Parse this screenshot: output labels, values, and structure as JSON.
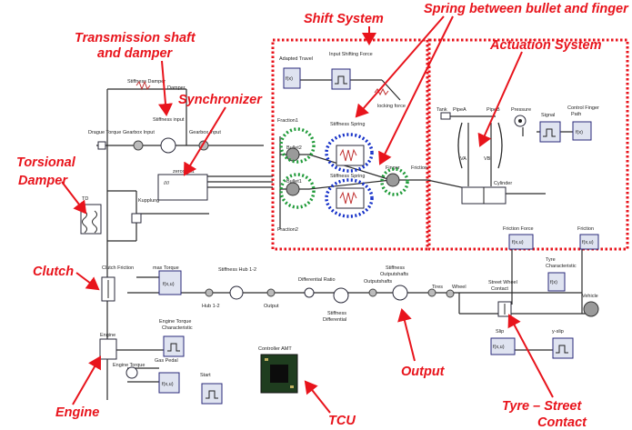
{
  "annotations": {
    "shift_system": "Shift System",
    "spring_between": "Spring between bullet and finger",
    "transmission_line1": "Transmission shaft",
    "transmission_line2": "and damper",
    "actuation_system": "Actuation System",
    "synchronizer": "Synchronizer",
    "torsional_line1": "Torsional",
    "torsional_line2": "Damper",
    "clutch": "Clutch",
    "output": "Output",
    "engine": "Engine",
    "tcu": "TCU",
    "tyre_line1": "Tyre – Street",
    "tyre_line2": "Contact"
  },
  "labels": {
    "stiffness_damper": "Stiffness Damper",
    "damper": "Damper",
    "drague_torque": "Drague Torque",
    "gearbox_input": "Gearbox Input",
    "stiffness_input": "Stiffness input",
    "gearbox_input2": "Gearbox Input",
    "zeroshift": "zeroshift1",
    "td": "TD",
    "kupplung": "Kupplung",
    "clutch_friction": "Clutch Friction",
    "max_torque": "max Torque",
    "adapted_travel": "Adapted Travel",
    "shift_force": "Input Shifting Force",
    "locking_force": "locking force",
    "fraction1": "Fraction1",
    "bullet2": "Bullet2",
    "bullet1": "Bullet1",
    "fraction2": "Fraction2",
    "stiffness_spring": "Stiffness Spring",
    "stiffness_spring2": "Stiffness Spring",
    "finger": "Finger",
    "friction": "Friction",
    "tank": "Tank",
    "pipe_a": "PipeA",
    "pipe_b": "PipeB",
    "pressure": "Pressure",
    "signal": "Signal",
    "control_finger": "Control Finger",
    "control_finger2": "Path",
    "va": "VA",
    "vb": "VB",
    "cylinder": "Cylinder",
    "friction_force": "Friction Force",
    "friction_r": "Friction",
    "tyre_characteristic": "Tyre",
    "tyre_characteristic2": "Characteristic",
    "vehicle": "Vehicle",
    "street_wheel": "Street Wheel",
    "street_wheel2": "Contact",
    "wheel": "Wheel",
    "tires": "Tires",
    "slip": "Slip",
    "y_slip": "y-slip",
    "stiffness_hub": "Stiffness Hub 1-2",
    "hub12": "Hub 1-2",
    "output_lbl": "Output",
    "differential_ratio": "Differential Ratio",
    "stiffness_differential": "Stiffness",
    "stiffness_differential2": "Differential",
    "stiffness_outputshafts": "Stiffness",
    "stiffness_outputshafts2": "Outputshafts",
    "outputshafts": "Outputshafts",
    "engine_lbl": "Engine",
    "engine_torque_char": "Engine Torque",
    "engine_torque_char2": "Characteristic",
    "engine_torque": "Engine Torque",
    "gas_pedal": "Gas Pedal",
    "start": "Start",
    "controller_amt": "Controller AMT",
    "fxu": "f(x,u)",
    "fx": "f(x)"
  },
  "colors": {
    "annotation": "#e8141c",
    "green_dots": "#1f9a38",
    "blue_dots": "#1530c8",
    "wire": "#2a2a2a",
    "spring": "#c03030"
  }
}
